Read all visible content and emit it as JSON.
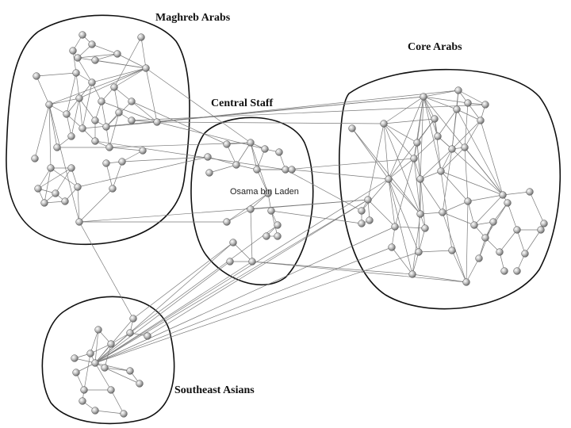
{
  "groups": [
    {
      "id": "maghreb",
      "label": "Maghreb Arabs"
    },
    {
      "id": "central",
      "label": "Central Staff"
    },
    {
      "id": "core",
      "label": "Core Arabs"
    },
    {
      "id": "seasia",
      "label": "Southeast Asians"
    }
  ],
  "highlighted_node": {
    "label": "Osama bin Laden"
  },
  "colors": {
    "node_fill": "#b8b8b8",
    "edge": "#7a7a7a",
    "hull": "#111111"
  }
}
